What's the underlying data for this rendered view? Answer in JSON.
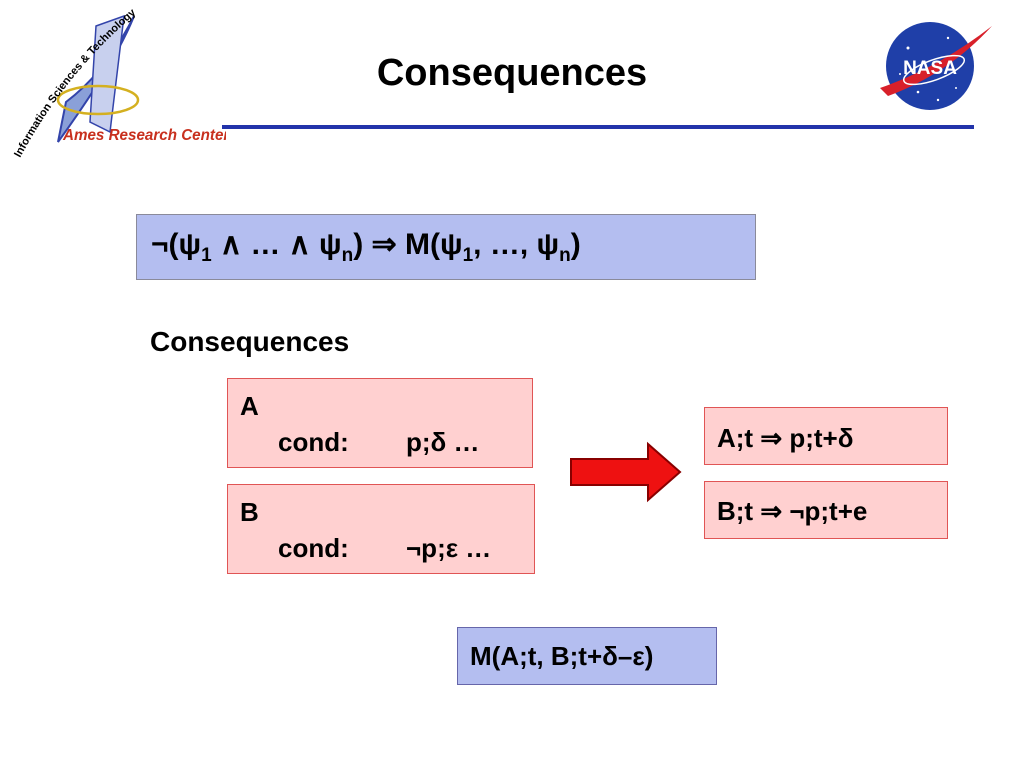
{
  "slide": {
    "title": "Consequences",
    "logo_left": {
      "arc_text": "Information Sciences & Technology",
      "center_text": "Ames Research Center"
    },
    "logo_right": {
      "text": "NASA"
    },
    "formula": {
      "neg_open": "¬(",
      "psi": "ψ",
      "sub1": "1",
      "and_dots": " ∧ … ∧ ",
      "subn": "n",
      "close_implies": ")  ⇒  M(",
      "mid": ", …, ",
      "end": ")"
    },
    "subheading": "Consequences",
    "box_a": {
      "label": "A",
      "cond_label": "cond:",
      "cond_value": "p;δ …"
    },
    "box_b": {
      "label": "B",
      "cond_label": "cond:",
      "cond_value": "¬p;ε …"
    },
    "result_a": "A;t ⇒ p;t+δ",
    "result_b": "B;t ⇒ ¬p;t+e",
    "merge": "M(A;t, B;t+δ–ε)"
  }
}
